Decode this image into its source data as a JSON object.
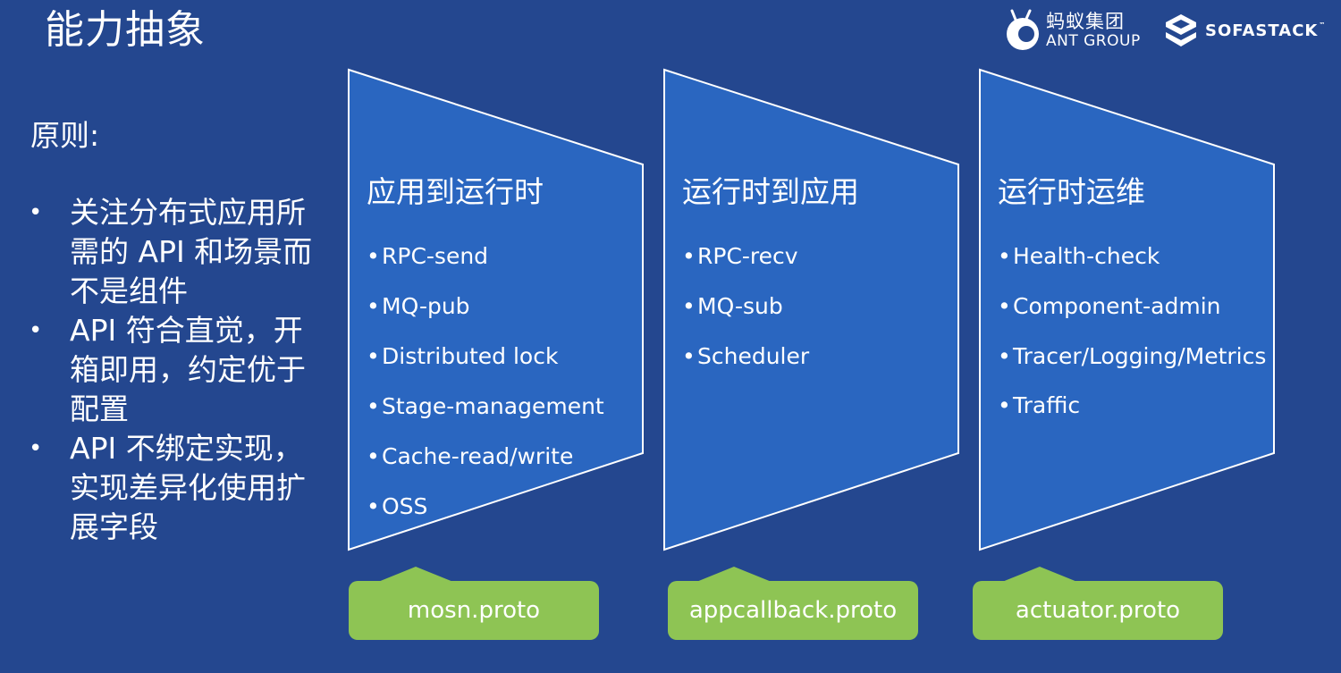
{
  "slide": {
    "title": "能力抽象",
    "logos": {
      "ant_cn": "蚂蚁集团",
      "ant_en": "ANT GROUP",
      "sofa": "SOFASTACK",
      "sofa_tm": "™"
    }
  },
  "principles": {
    "heading": "原则:",
    "bullet": "•",
    "items": [
      "关注分布式应用所需的 API 和场景而不是组件",
      "API 符合直觉，开箱即用，约定优于配置",
      "API 不绑定实现，实现差异化使用扩展字段"
    ]
  },
  "panels": [
    {
      "title": "应用到运行时",
      "items": [
        "RPC-send",
        "MQ-pub",
        "Distributed lock",
        "Stage-management",
        "Cache-read/write",
        "OSS"
      ],
      "proto": "mosn.proto"
    },
    {
      "title": "运行时到应用",
      "items": [
        "RPC-recv",
        "MQ-sub",
        "Scheduler"
      ],
      "proto": "appcallback.proto"
    },
    {
      "title": "运行时运维",
      "items": [
        "Health-check",
        "Component-admin",
        "Tracer/Logging/Metrics",
        "Traffic"
      ],
      "proto": "actuator.proto"
    }
  ],
  "colors": {
    "background": "#24478f",
    "panel_fill": "#2a66c0",
    "panel_stroke": "#ffffff",
    "proto_fill": "#8ec454",
    "text": "#ffffff"
  }
}
